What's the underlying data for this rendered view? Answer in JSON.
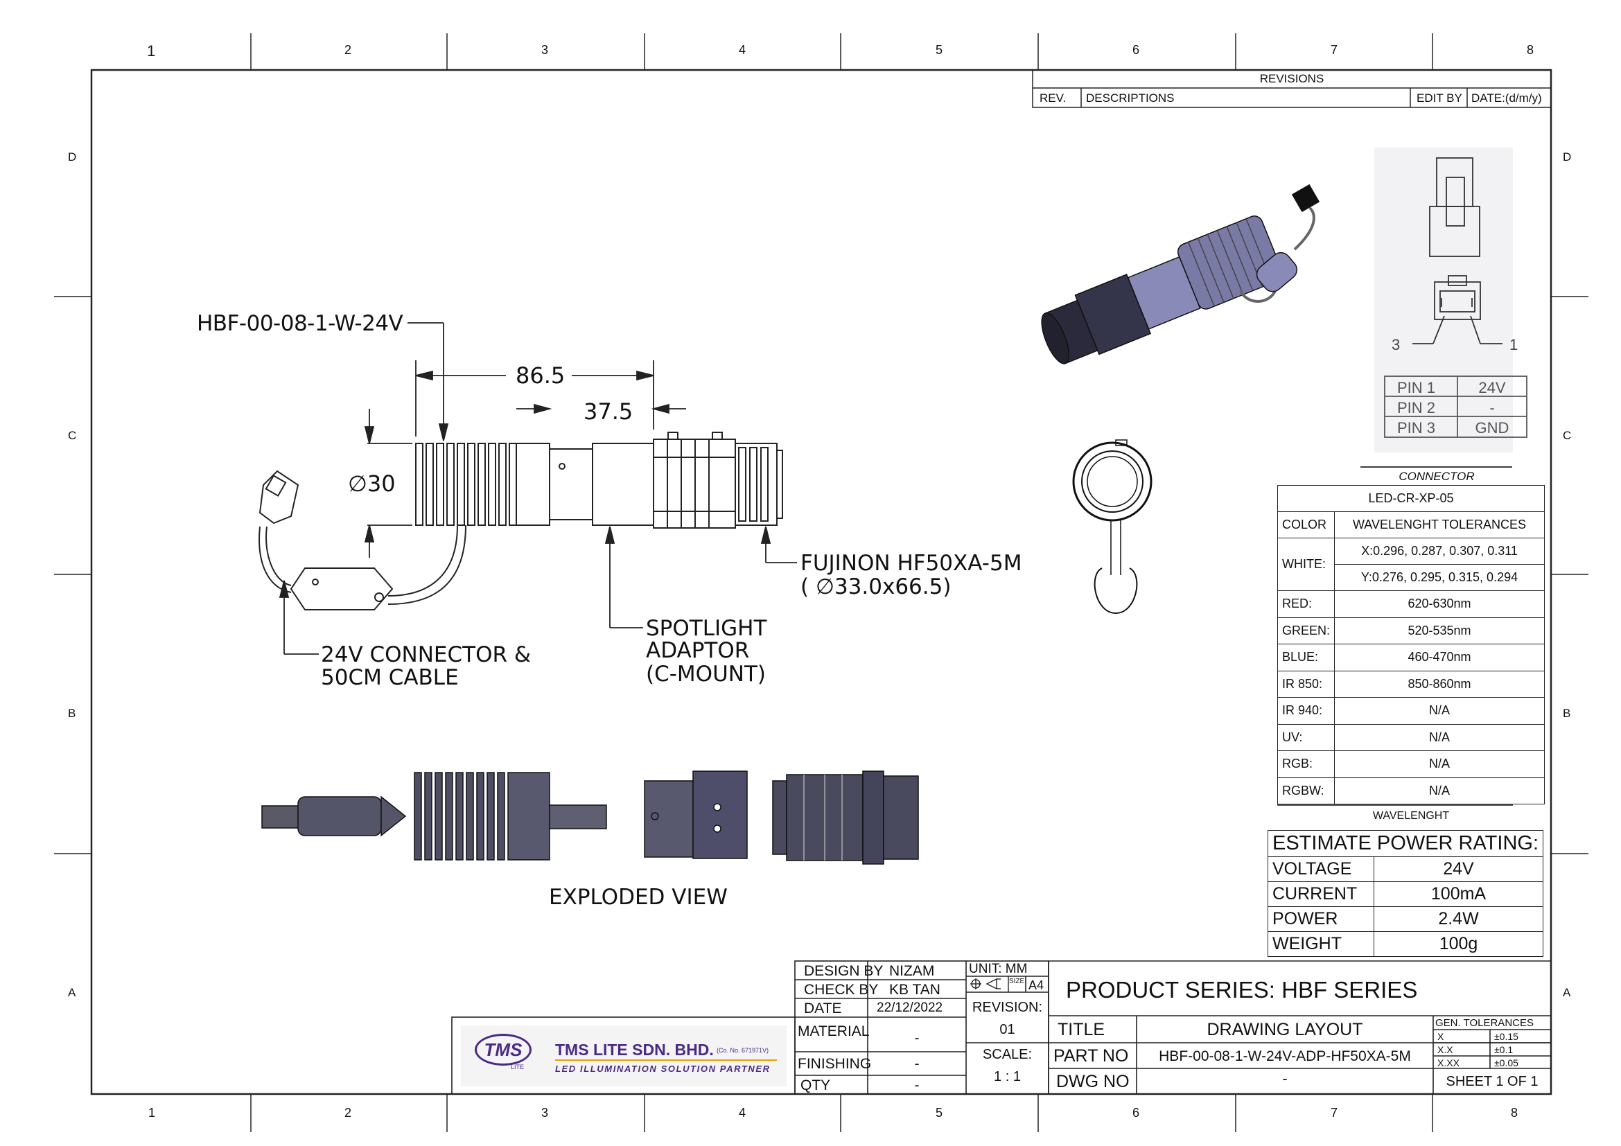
{
  "zones": {
    "columns": [
      "1",
      "2",
      "3",
      "4",
      "5",
      "6",
      "7",
      "8"
    ],
    "rows": [
      "D",
      "C",
      "B",
      "A"
    ]
  },
  "revisions": {
    "title": "REVISIONS",
    "headers": [
      "REV.",
      "DESCRIPTIONS",
      "EDIT BY",
      "DATE:(d/m/y)"
    ]
  },
  "callouts": {
    "part_label": "HBF-00-08-1-W-24V",
    "dim_overall": "86.5",
    "dim_adapter": "37.5",
    "dim_diameter": "∅30",
    "lens_line1": "FUJINON HF50XA-5M",
    "lens_line2": "( ∅33.0x66.5)",
    "adapter_line1": "SPOTLIGHT",
    "adapter_line2": "ADAPTOR",
    "adapter_line3": "(C-MOUNT)",
    "connector_line1": "24V CONNECTOR &",
    "connector_line2": "50CM CABLE",
    "exploded_label": "EXPLODED VIEW"
  },
  "connector": {
    "pin_3_mark": "3",
    "pin_1_mark": "1",
    "pins": [
      {
        "pin": "PIN 1",
        "value": "24V"
      },
      {
        "pin": "PIN 2",
        "value": "-"
      },
      {
        "pin": "PIN 3",
        "value": "GND"
      }
    ],
    "caption": "CONNECTOR"
  },
  "wavelength": {
    "model": "LED-CR-XP-05",
    "color_header": "COLOR",
    "tol_header": "WAVELENGHT TOLERANCES",
    "white_label": "WHITE:",
    "white_x": "X:0.296, 0.287, 0.307, 0.311",
    "white_y": "Y:0.276, 0.295, 0.315, 0.294",
    "rows": [
      {
        "color": "RED:",
        "value": "620-630nm"
      },
      {
        "color": "GREEN:",
        "value": "520-535nm"
      },
      {
        "color": "BLUE:",
        "value": "460-470nm"
      },
      {
        "color": "IR 850:",
        "value": "850-860nm"
      },
      {
        "color": "IR 940:",
        "value": "N/A"
      },
      {
        "color": "UV:",
        "value": "N/A"
      },
      {
        "color": "RGB:",
        "value": "N/A"
      },
      {
        "color": "RGBW:",
        "value": "N/A"
      }
    ],
    "caption": "WAVELENGHT"
  },
  "power": {
    "title": "ESTIMATE POWER RATING:",
    "rows": [
      {
        "label": "VOLTAGE",
        "value": "24V"
      },
      {
        "label": "CURRENT",
        "value": "100mA"
      },
      {
        "label": "POWER",
        "value": "2.4W"
      },
      {
        "label": "WEIGHT",
        "value": "100g"
      }
    ]
  },
  "title_block": {
    "design_by_label": "DESIGN BY",
    "design_by": "NIZAM",
    "check_by_label": "CHECK BY",
    "check_by": "KB TAN",
    "date_label": "DATE",
    "date": "22/12/2022",
    "material_label": "MATERIAL",
    "material": "-",
    "finishing_label": "FINISHING",
    "finishing": "-",
    "qty_label": "QTY",
    "qty": "-",
    "unit": "UNIT:  MM",
    "size_label": "SIZE",
    "size": "A4",
    "revision_label": "REVISION:",
    "revision": "01",
    "scale_label": "SCALE:",
    "scale": "1 : 1",
    "product_series": "PRODUCT SERIES: HBF SERIES",
    "title_label": "TITLE",
    "title": "DRAWING LAYOUT",
    "part_no_label": "PART NO",
    "part_no": "HBF-00-08-1-W-24V-ADP-HF50XA-5M",
    "dwg_no_label": "DWG NO",
    "dwg_no": "-",
    "gen_tol_label": "GEN. TOLERANCES",
    "tolerances": [
      {
        "fmt": "X",
        "val": "±0.15"
      },
      {
        "fmt": "X.X",
        "val": "±0.1"
      },
      {
        "fmt": "X.XX",
        "val": "±0.05"
      }
    ],
    "sheet": "SHEET 1 OF 1"
  },
  "company": {
    "logo_text": "TMS",
    "logo_sub": "LITE",
    "name": "TMS LITE SDN. BHD.",
    "reg": "(Co. No. 671971V)",
    "tagline": "LED ILLUMINATION SOLUTION PARTNER",
    "brand_color": "#4a2a86",
    "accent_color": "#e8a000"
  }
}
